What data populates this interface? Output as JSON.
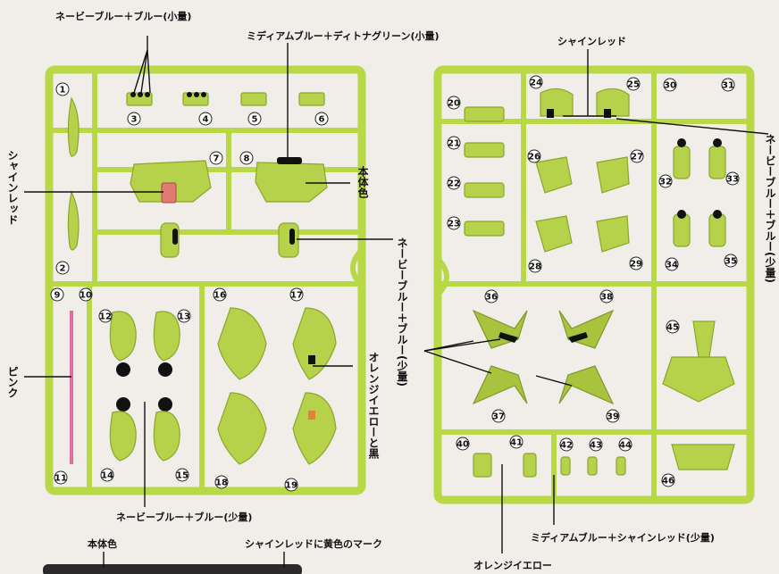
{
  "callouts": {
    "navy_blue_small_top": "ネービーブルー＋ブルー(小量)",
    "medium_blue_dayton_green": "ミディアムブルー＋ディトナグリーン(小量)",
    "shine_red_top": "シャインレッド",
    "shine_red_left": "シャインレッド",
    "body_color_mid": "本体色",
    "navy_blue_mid": "ネービーブルー＋ブルー(少量)",
    "pink": "ピンク",
    "orange_yellow_black": "オレンジイエローと黒",
    "navy_blue_bottom": "ネービーブルー＋ブルー(少量)",
    "navy_blue_right": "ネービーブルー＋ブルー(少量)",
    "medium_blue_shine_red": "ミディアムブルー＋シャインレッド(少量)",
    "body_color_bottom": "本体色",
    "shine_red_yellow_mark": "シャインレッドに黄色のマーク",
    "orange_yellow_bottom": "オレンジイエロー"
  },
  "part_numbers": {
    "left": [
      "1",
      "2",
      "3",
      "4",
      "5",
      "6",
      "7",
      "8",
      "9",
      "10",
      "11",
      "12",
      "13",
      "14",
      "15",
      "16",
      "17",
      "18",
      "19"
    ],
    "right": [
      "20",
      "21",
      "22",
      "23",
      "24",
      "25",
      "26",
      "27",
      "28",
      "29",
      "30",
      "31",
      "32",
      "33",
      "34",
      "35",
      "36",
      "37",
      "38",
      "39",
      "40",
      "41",
      "42",
      "43",
      "44",
      "45",
      "46"
    ]
  },
  "colors": {
    "sprue_green": "#b8d846",
    "part_green": "#b6d24a",
    "navy": "#111111",
    "shine_red": "#e07a73",
    "pink": "#e06fa0",
    "background": "#f1eeea"
  }
}
